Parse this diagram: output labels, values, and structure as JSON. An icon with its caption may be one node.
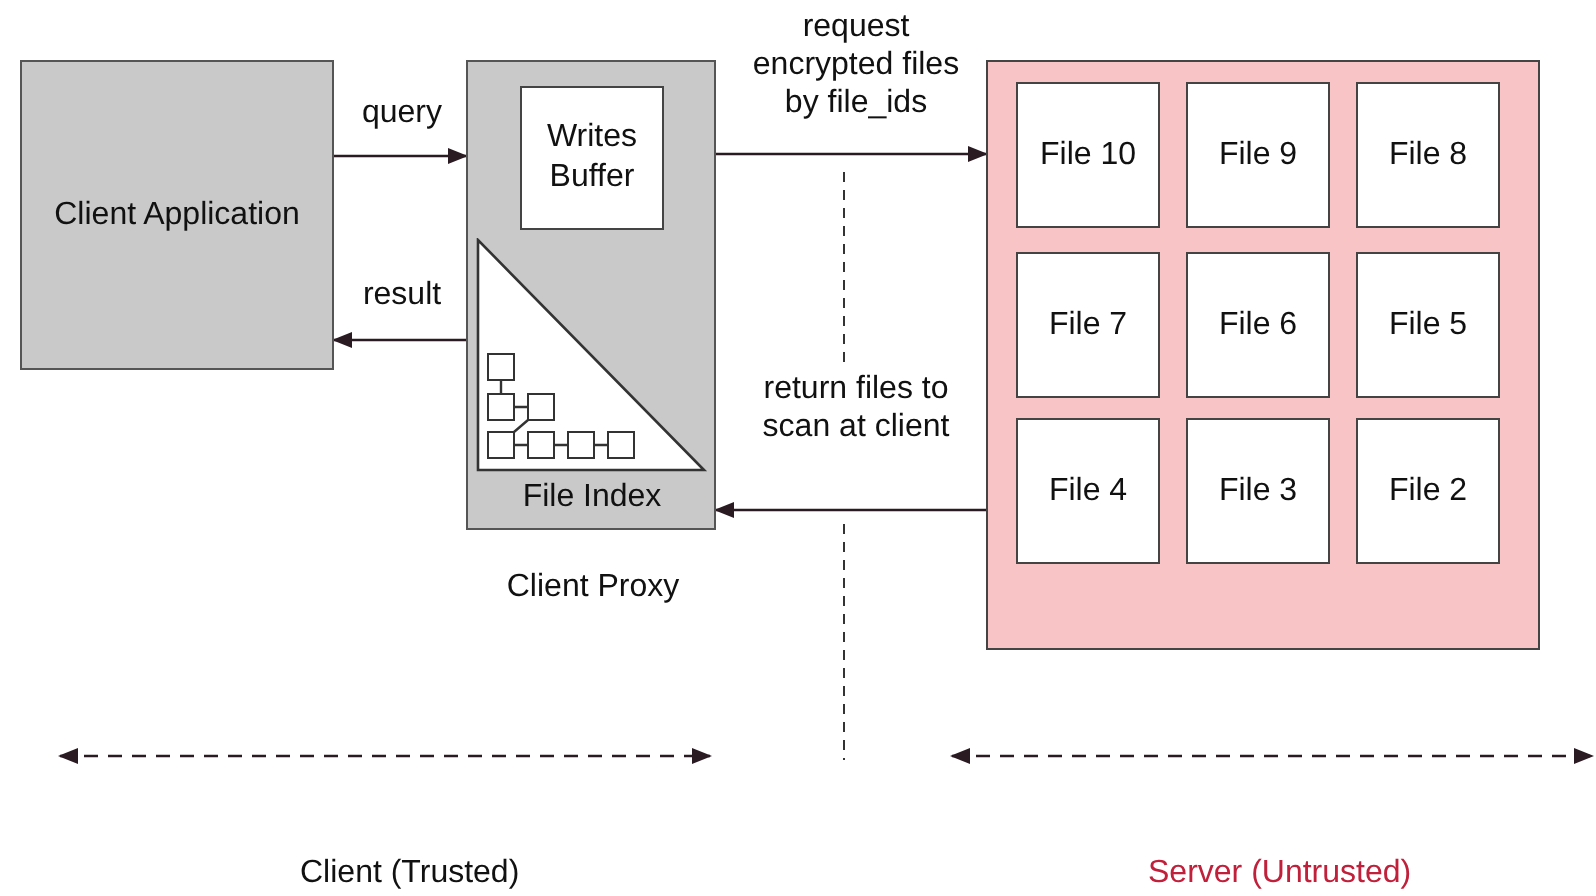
{
  "diagram": {
    "nodes": [
      {
        "text": [
          "Client Application"
        ]
      },
      {
        "text": [
          "Client Proxy"
        ]
      },
      {
        "text": [
          "Writes Buffer"
        ],
        "in": 1
      },
      {
        "text": [
          "File Index"
        ],
        "in": 1
      },
      {
        "text": [],
        "shape": "box"
      },
      {
        "text": [
          "File 10"
        ],
        "in": 4
      },
      {
        "text": [
          "File 9"
        ],
        "in": 4
      },
      {
        "text": [
          "File 8"
        ],
        "in": 4
      },
      {
        "text": [
          "File 7"
        ],
        "in": 4
      },
      {
        "text": [
          "File 6"
        ],
        "in": 4
      },
      {
        "text": [
          "File 5"
        ],
        "in": 4
      },
      {
        "text": [
          "File 4"
        ],
        "in": 4
      },
      {
        "text": [
          "File 3"
        ],
        "in": 4
      },
      {
        "text": [
          "File 2"
        ],
        "in": 4
      }
    ],
    "edges": [
      {
        "from": 0,
        "to": 1,
        "arrow": "to",
        "label": "query"
      },
      {
        "from": 1,
        "to": 0,
        "arrow": "to",
        "label": "result"
      },
      {
        "from": 1,
        "to": 4,
        "arrow": "to",
        "label": "request encrypted files by file_ids"
      },
      {
        "from": 4,
        "to": 1,
        "arrow": "to",
        "label": "return files to scan at client"
      }
    ],
    "labels": [
      "Client (Trusted)",
      "Server (Untrusted)"
    ]
  }
}
